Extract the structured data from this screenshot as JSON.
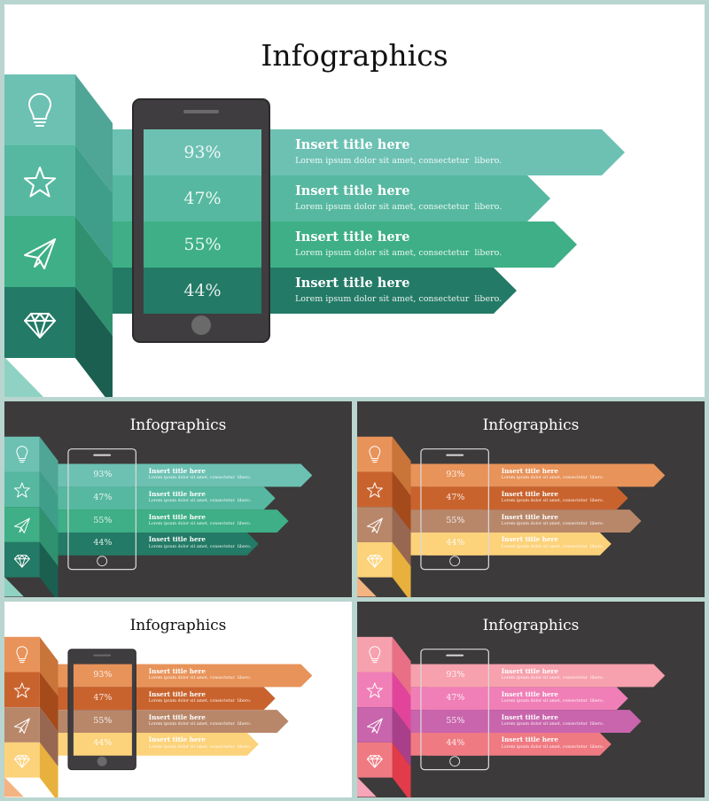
{
  "slides": [
    {
      "title": "Infographics",
      "theme": "light",
      "background": "#ffffff",
      "colors": [
        "#6cc1b3",
        "#56b8a0",
        "#3eaf86",
        "#237a66"
      ],
      "side_colors": [
        "#4fa696",
        "#3f9e89",
        "#2f916f",
        "#1b5f51"
      ],
      "title_color": "#111111",
      "corner_color": "#8fd2c3"
    },
    {
      "title": "Infographics",
      "theme": "dark",
      "background": "#3c3a3a",
      "colors": [
        "#6cc1b3",
        "#56b8a0",
        "#3eaf86",
        "#237a66"
      ],
      "side_colors": [
        "#4fa696",
        "#3f9e89",
        "#2f916f",
        "#1b5f51"
      ],
      "title_color": "#ffffff",
      "corner_color": "#8fd2c3"
    },
    {
      "title": "Infographics",
      "theme": "dark",
      "background": "#3c3a3a",
      "colors": [
        "#e8935a",
        "#c9632e",
        "#b8876a",
        "#fcd27a"
      ],
      "side_colors": [
        "#c97438",
        "#a54a1b",
        "#976751",
        "#e8b03c"
      ],
      "title_color": "#ffffff",
      "corner_color": "#f4b482"
    },
    {
      "title": "Infographics",
      "theme": "light",
      "background": "#ffffff",
      "colors": [
        "#e8935a",
        "#c9632e",
        "#b8876a",
        "#fcd27a"
      ],
      "side_colors": [
        "#c97438",
        "#a54a1b",
        "#976751",
        "#e8b03c"
      ],
      "title_color": "#111111",
      "corner_color": "#f4b482"
    },
    {
      "title": "Infographics",
      "theme": "dark",
      "background": "#3c3a3a",
      "colors": [
        "#f6a1ad",
        "#f07fb7",
        "#c865ac",
        "#ef7a82"
      ],
      "side_colors": [
        "#e86f86",
        "#e2449b",
        "#a93f8a",
        "#e23b49"
      ],
      "title_color": "#ffffff",
      "corner_color": "#f6a6b8"
    }
  ],
  "rows": [
    {
      "percent": "93%",
      "heading": "Insert title here",
      "body": "Lorem ipsum dolor sit amet, consectetur  libero.",
      "icon": "lightbulb-icon"
    },
    {
      "percent": "47%",
      "heading": "Insert title here",
      "body": "Lorem ipsum dolor sit amet, consectetur  libero.",
      "icon": "star-icon"
    },
    {
      "percent": "55%",
      "heading": "Insert title here",
      "body": "Lorem ipsum dolor sit amet, consectetur  libero.",
      "icon": "paper-plane-icon"
    },
    {
      "percent": "44%",
      "heading": "Insert title here",
      "body": "Lorem ipsum dolor sit amet, consectetur  libero.",
      "icon": "diamond-icon"
    }
  ]
}
